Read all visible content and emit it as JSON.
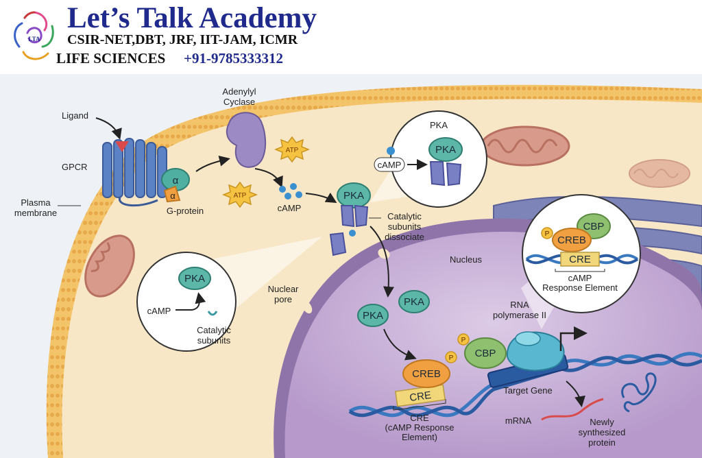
{
  "header": {
    "title": "Let’s Talk Academy",
    "subtitle": "CSIR-NET,DBT, JRF, IIT-JAM, ICMR",
    "life_sciences": "LIFE SCIENCES",
    "phone": "+91-9785333312",
    "logo_text": "LTA"
  },
  "labels": {
    "ligand": "Ligand",
    "gpcr": "GPCR",
    "plasma_line1": "Plasma",
    "plasma_line2": "membrane",
    "adenylyl_line1": "Adenylyl",
    "adenylyl_line2": "Cyclase",
    "alpha": "α",
    "g_protein": "G-protein",
    "atp": "ATP",
    "camp": "cAMP",
    "pka": "PKA",
    "catalytic_diss_line1": "Catalytic",
    "catalytic_diss_line2": "subunits",
    "catalytic_diss_line3": "dissociate",
    "nucleus": "Nucleus",
    "nuclear_pore_line1": "Nuclear",
    "nuclear_pore_line2": "pore",
    "inset_catalytic_line1": "Catalytic",
    "inset_catalytic_line2": "subunits",
    "creb": "CREB",
    "p": "P",
    "cbp": "CBP",
    "cre": "CRE",
    "cre_caption_line1": "CRE",
    "cre_caption_line2": "(cAMP Response",
    "cre_caption_line3": "Element)",
    "rna_pol_line1": "RNA",
    "rna_pol_line2": "polymerase II",
    "target_gene": "Target Gene",
    "mrna": "mRNA",
    "protein_line1": "Newly",
    "protein_line2": "synthesized",
    "protein_line3": "protein",
    "inset_camp_line1": "cAMP",
    "inset_camp_line2": "Response Element"
  },
  "colors": {
    "brand_blue": "#1f2a8c",
    "cytoplasm": "#f7e7c6",
    "nucleus": "#c7b0d8",
    "pka_teal": "#5cb7a8",
    "catalytic_purple": "#7a80c4",
    "creb_orange": "#f0a040",
    "cbp_green": "#8fc070",
    "cre_yellow": "#f2d77a",
    "dna_blue": "#3a78c0",
    "mitochondria": "#d89a8a"
  }
}
